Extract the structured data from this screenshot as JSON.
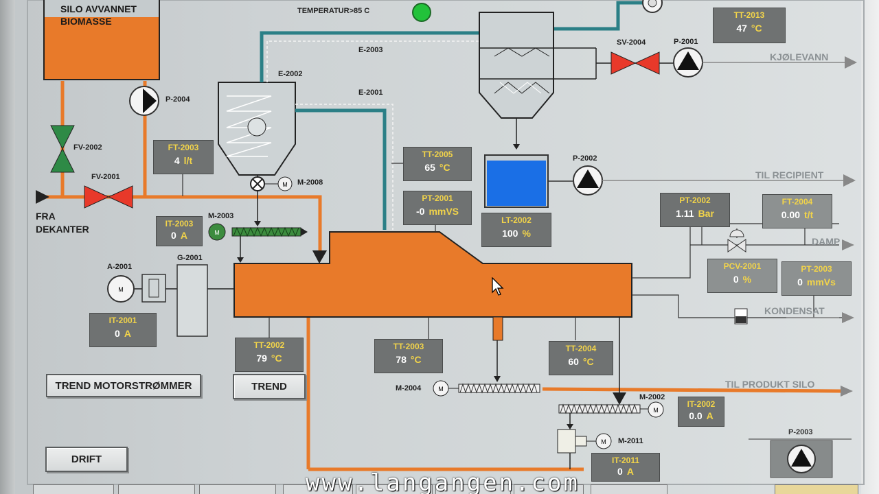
{
  "labels": {
    "silo": [
      "SILO AVVANNET",
      "BIOMASSE"
    ],
    "temperatur": "TEMPERATUR>85 C",
    "e2003": "E-2003",
    "e2002": "E-2002",
    "e2001": "E-2001",
    "p2004": "P-2004",
    "fv2002": "FV-2002",
    "fv2001": "FV-2001",
    "fra_dekanter": [
      "FRA",
      "DEKANTER"
    ],
    "m2008": "M-2008",
    "m2003": "M-2003",
    "a2001": "A-2001",
    "g2001": "G-2001",
    "sv2004": "SV-2004",
    "p2001": "P-2001",
    "p2002": "P-2002",
    "m2004": "M-2004",
    "m2002": "M-2002",
    "m2011": "M-2011",
    "p2003": "P-2003"
  },
  "flows": {
    "kjolevann": "KJØLEVANN",
    "til_recipient": "TIL RECIPIENT",
    "damp": "DAMP",
    "kondensat": "KONDENSAT",
    "til_produkt_silo": "TIL PRODUKT SILO"
  },
  "instruments": {
    "tt2013": {
      "tag": "TT-2013",
      "value": "47",
      "unit": "°C"
    },
    "ft2003": {
      "tag": "FT-2003",
      "value": "4",
      "unit": "l/t"
    },
    "tt2005": {
      "tag": "TT-2005",
      "value": "65",
      "unit": "°C"
    },
    "pt2001": {
      "tag": "PT-2001",
      "value": "-0",
      "unit": "mmVS"
    },
    "lt2002": {
      "tag": "LT-2002",
      "value": "100",
      "unit": "%"
    },
    "pt2002": {
      "tag": "PT-2002",
      "value": "1.11",
      "unit": "Bar"
    },
    "ft2004": {
      "tag": "FT-2004",
      "value": "0.00",
      "unit": "t/t"
    },
    "pcv2001": {
      "tag": "PCV-2001",
      "value": "0",
      "unit": "%"
    },
    "pt2003": {
      "tag": "PT-2003",
      "value": "0",
      "unit": "mmVs"
    },
    "it2003": {
      "tag": "IT-2003",
      "value": "0",
      "unit": "A"
    },
    "it2001": {
      "tag": "IT-2001",
      "value": "0",
      "unit": "A"
    },
    "tt2002": {
      "tag": "TT-2002",
      "value": "79",
      "unit": "°C"
    },
    "tt2003": {
      "tag": "TT-2003",
      "value": "78",
      "unit": "°C"
    },
    "tt2004": {
      "tag": "TT-2004",
      "value": "60",
      "unit": "°C"
    },
    "it2002": {
      "tag": "IT-2002",
      "value": "0.0",
      "unit": "A"
    },
    "it2011": {
      "tag": "IT-2011",
      "value": "0",
      "unit": "A"
    }
  },
  "buttons": {
    "trend_motor": "TREND MOTORSTRØMMER",
    "trend": "TREND",
    "drift": "DRIFT"
  },
  "watermark": "www.langangen.com",
  "colors": {
    "orange": "#e87a2a",
    "teal": "#2b7f86",
    "red_valve": "#e8392a",
    "green_valve": "#2e8a46",
    "tank_blue": "#1a6fe6",
    "indicator_green": "#22c23a"
  },
  "status": {
    "temperature_ok": "green"
  }
}
